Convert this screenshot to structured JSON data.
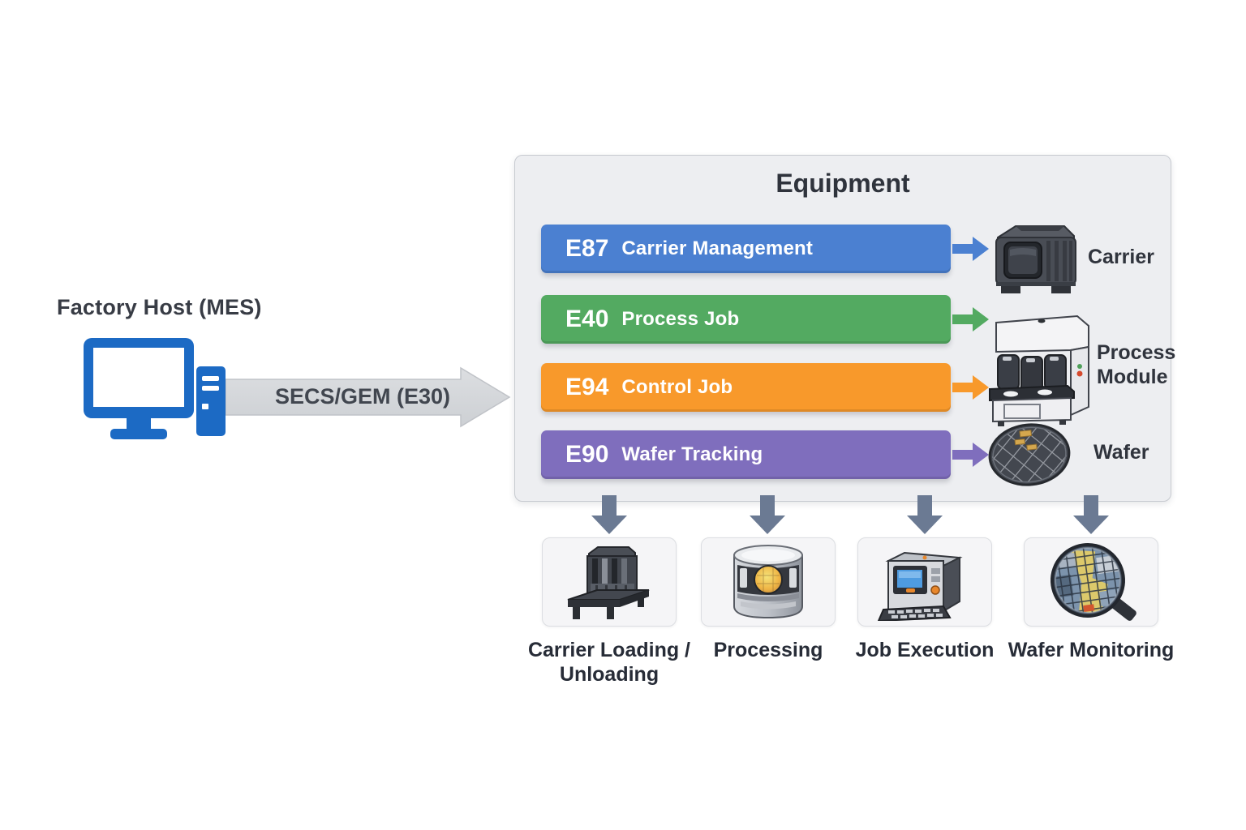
{
  "colors": {
    "host_blue": "#1C6AC4",
    "link_arrow_fill": "#D6D8DB",
    "link_arrow_edge": "#C0C3C8",
    "flow_arrow": "#6B7A93",
    "panel_bg": "#EDEEF1",
    "text_dark": "#2F333C"
  },
  "host": {
    "label": "Factory Host (MES)",
    "icon": "desktop-computer-icon"
  },
  "link": {
    "label": "SECS/GEM (E30)",
    "icon": "right-block-arrow-icon"
  },
  "equipment": {
    "title": "Equipment",
    "standards": [
      {
        "code": "E87",
        "name": "Carrier Management",
        "color": "#4B80D1"
      },
      {
        "code": "E40",
        "name": "Process Job",
        "color": "#53AA61"
      },
      {
        "code": "E94",
        "name": "Control Job",
        "color": "#F8992B"
      },
      {
        "code": "E90",
        "name": "Wafer Tracking",
        "color": "#7F6EBD"
      }
    ],
    "targets": [
      {
        "label": "Carrier",
        "icon": "carrier-pod-icon"
      },
      {
        "label_line1": "Process",
        "label_line2": "Module",
        "icon": "process-module-icon"
      },
      {
        "label": "Wafer",
        "icon": "wafer-icon"
      }
    ]
  },
  "functions": [
    {
      "line1": "Carrier Loading /",
      "line2": "Unloading",
      "icon": "carrier-loadport-icon"
    },
    {
      "line1": "Processing",
      "icon": "process-chamber-icon"
    },
    {
      "line1": "Job Execution",
      "icon": "job-terminal-icon"
    },
    {
      "line1": "Wafer Monitoring",
      "icon": "wafer-magnifier-icon"
    }
  ]
}
